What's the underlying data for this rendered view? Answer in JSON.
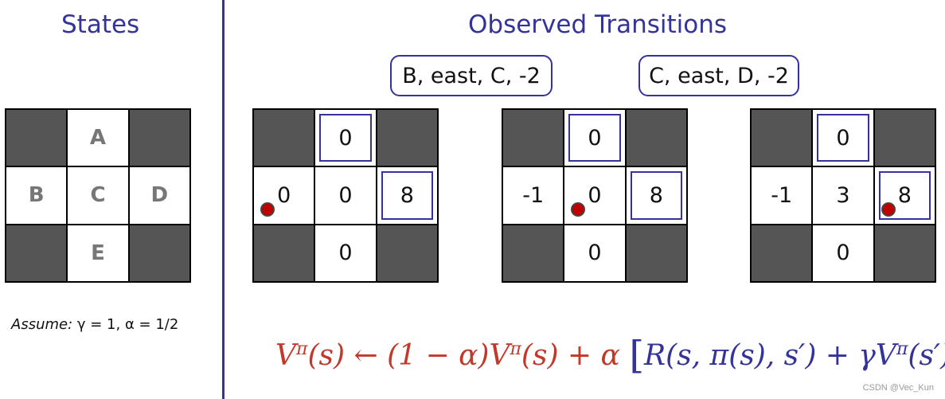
{
  "headings": {
    "states": "States",
    "observed": "Observed Transitions"
  },
  "state_grid": {
    "cells": [
      "",
      "A",
      "",
      "B",
      "C",
      "D",
      "",
      "E",
      ""
    ]
  },
  "transitions": [
    {
      "label": "B, east, C, -2"
    },
    {
      "label": "C, east, D, -2"
    }
  ],
  "value_grids": [
    {
      "cells": [
        "",
        "0",
        "",
        "0",
        "0",
        "8",
        "",
        "0",
        ""
      ]
    },
    {
      "cells": [
        "",
        "0",
        "",
        "-1",
        "0",
        "8",
        "",
        "0",
        ""
      ]
    },
    {
      "cells": [
        "",
        "0",
        "",
        "-1",
        "3",
        "8",
        "",
        "0",
        ""
      ]
    }
  ],
  "assume": {
    "prefix": "Assume:",
    "text": " γ = 1, α = 1/2"
  },
  "formula": {
    "lhs": "V",
    "sup_pi": "π",
    "arg_s": "(s) ← (1 − α)",
    "v2": "V",
    "arg_s2": "(s) + α",
    "lbracket": "[",
    "r_term": "R(s, π(s), s′) + γV",
    "arg_sp": "(s′)",
    "rbracket": "]"
  },
  "watermark": "CSDN @Vec_Kun",
  "colors": {
    "accent": "#333399",
    "dark_cell": "#555555",
    "agent": "#c00000",
    "formula_red": "#c0392b"
  }
}
